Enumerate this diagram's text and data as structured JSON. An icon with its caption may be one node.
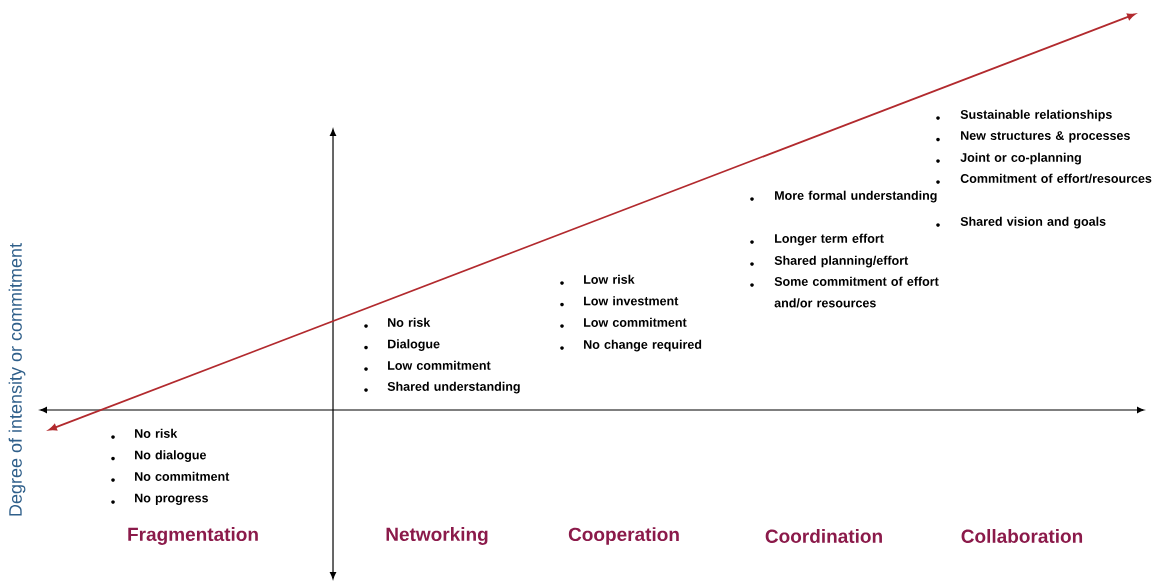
{
  "diagram": {
    "labels": [
      "Degree of intensity or commitment",
      "Sustainable relationships",
      "New structures & processes",
      "Joint or co-planning",
      "Commitment of effort/resources",
      "Shared vision and goals",
      "More formal understanding",
      "Longer term effort",
      "Shared planning/effort",
      "Some commitment of effort and/or resources",
      "Low risk",
      "Low investment",
      "Low commitment",
      "No change required",
      "No risk",
      "Dialogue",
      "Low commitment",
      "Shared understanding",
      "No risk",
      "No dialogue",
      "No commitment",
      "No progress",
      "Fragmentation",
      "Networking",
      "Cooperation",
      "Coordination",
      "Collaboration"
    ]
  }
}
